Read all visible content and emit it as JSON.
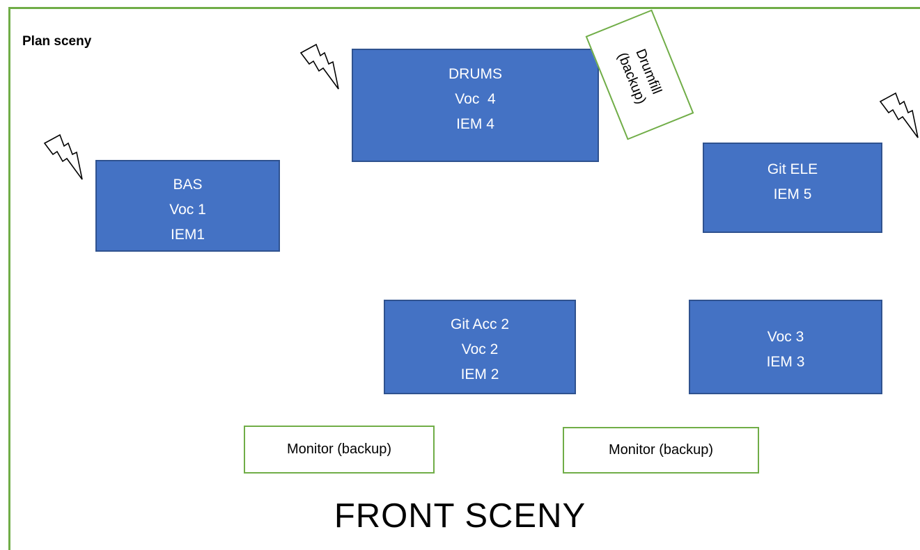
{
  "title": "Plan sceny",
  "front_label": "FRONT SCENY",
  "colors": {
    "frame": "#70ad47",
    "block_fill": "#4472c4",
    "block_border": "#2f528f",
    "block_text": "#ffffff"
  },
  "blocks": {
    "drums": {
      "lines": [
        "DRUMS",
        "Voc  4",
        "IEM 4"
      ]
    },
    "bas": {
      "lines": [
        "BAS",
        "Voc 1",
        "IEM1"
      ]
    },
    "git_ele": {
      "lines": [
        "Git ELE",
        "IEM 5"
      ]
    },
    "git_acc": {
      "lines": [
        "Git Acc 2",
        "Voc 2",
        "IEM 2"
      ]
    },
    "voc3": {
      "lines": [
        "Voc 3",
        "IEM 3"
      ]
    }
  },
  "monitors": {
    "left": "Monitor (backup)",
    "right": "Monitor (backup)"
  },
  "drumfill": {
    "lines": [
      "Drumfill",
      "(backup)"
    ]
  },
  "icons": [
    "lightning-bolt-icon",
    "lightning-bolt-icon",
    "lightning-bolt-icon"
  ]
}
